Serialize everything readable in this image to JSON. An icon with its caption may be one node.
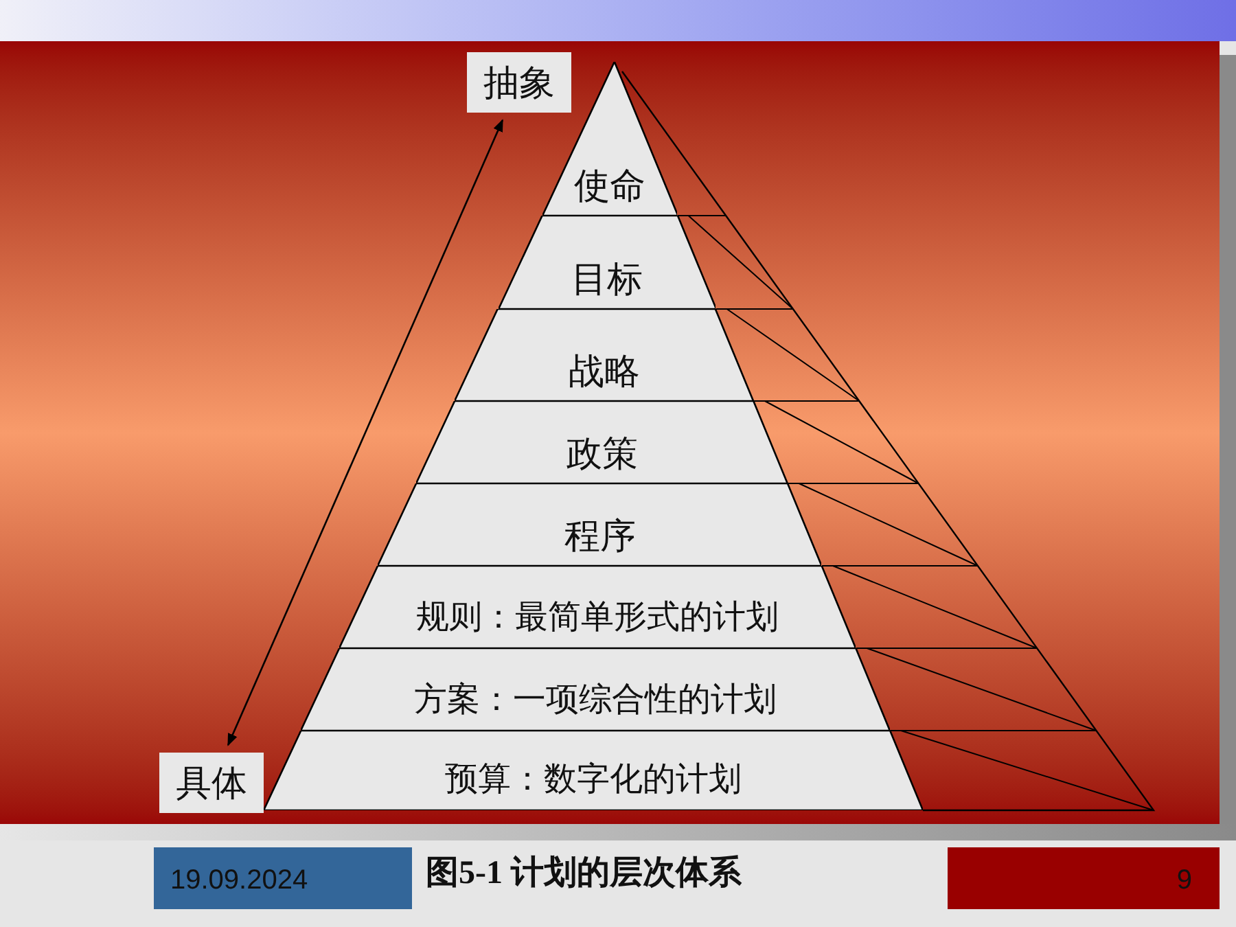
{
  "diagram": {
    "caption": "图5-1 计划的层次体系",
    "nodes": [
      {
        "text": [
          "抽象"
        ]
      },
      {
        "text": [
          "使命"
        ]
      },
      {
        "text": [
          "目标"
        ]
      },
      {
        "text": [
          "战略"
        ]
      },
      {
        "text": [
          "政策"
        ]
      },
      {
        "text": [
          "程序"
        ]
      },
      {
        "text": [
          "规则：最简单形式的计划"
        ]
      },
      {
        "text": [
          "方案：一项综合性的计划"
        ]
      },
      {
        "text": [
          "预算：数字化的计划"
        ]
      },
      {
        "text": [
          "具体"
        ]
      }
    ],
    "edges": [
      {
        "from": 9,
        "to": 0,
        "arrow": "both"
      }
    ],
    "labels": [
      "19.09.2024",
      "9"
    ]
  }
}
